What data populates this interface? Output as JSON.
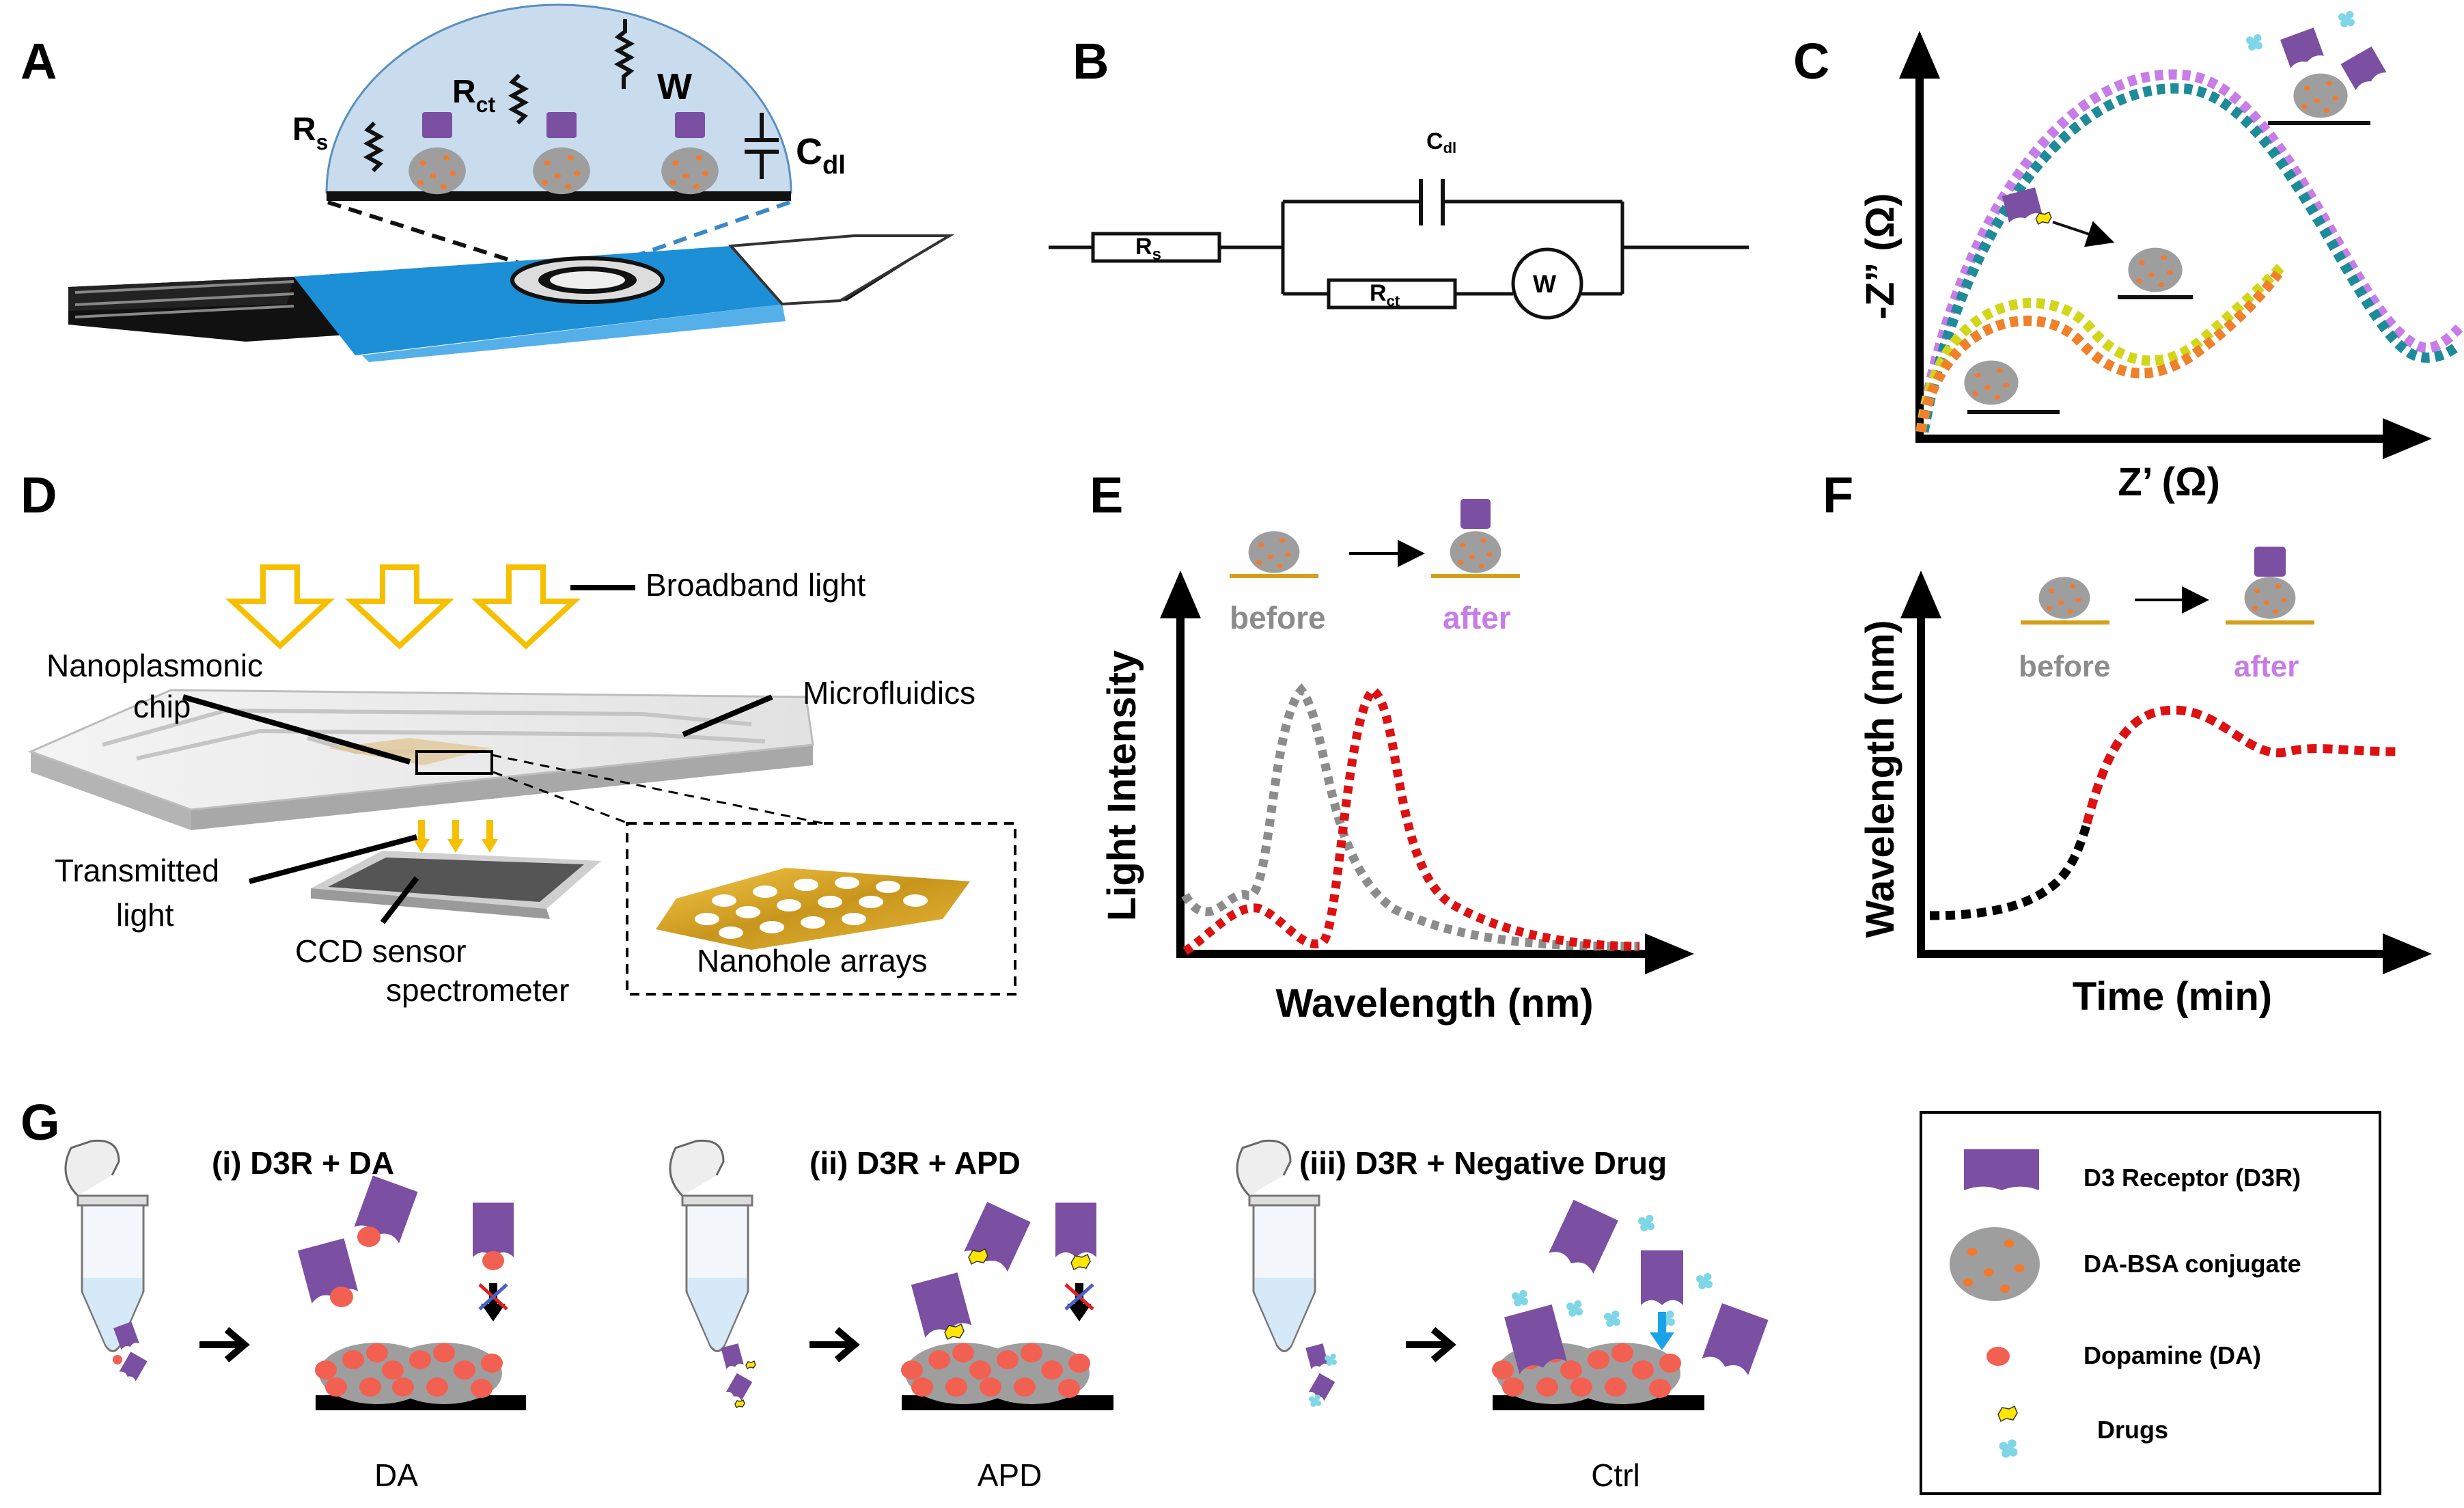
{
  "panels": {
    "a": {
      "letter": "A",
      "labels": {
        "rs": "R",
        "rs_sub": "s",
        "rct": "R",
        "rct_sub": "ct",
        "w": "W",
        "cdl": "C",
        "cdl_sub": "dl"
      }
    },
    "b": {
      "letter": "B",
      "labels": {
        "rs": "R",
        "rs_sub": "s",
        "cdl": "C",
        "cdl_sub": "dl",
        "rct": "R",
        "rct_sub": "ct",
        "w": "W"
      }
    },
    "c": {
      "letter": "C",
      "y_axis": "-Z” (Ω)",
      "x_axis": "Z’ (Ω)"
    },
    "d": {
      "letter": "D",
      "labels": {
        "broadband": "Broadband light",
        "nanoplasmonic_1": "Nanoplasmonic",
        "nanoplasmonic_2": "chip",
        "microfluidics": "Microfluidics",
        "transmitted_1": "Transmitted",
        "transmitted_2": "light",
        "ccd_1": "CCD sensor",
        "ccd_2": "spectrometer",
        "nanohole": "Nanohole arrays"
      }
    },
    "e": {
      "letter": "E",
      "before": "before",
      "after": "after",
      "y_axis": "Light Intensity",
      "x_axis": "Wavelength (nm)"
    },
    "f": {
      "letter": "F",
      "before": "before",
      "after": "after",
      "y_axis": "Wavelength (nm)",
      "x_axis": "Time (min)"
    },
    "g": {
      "letter": "G",
      "scenes": [
        {
          "title": "(i) D3R + DA",
          "caption": "DA"
        },
        {
          "title": "(ii) D3R + APD",
          "caption": "APD"
        },
        {
          "title": "(iii) D3R + Negative Drug",
          "caption": "Ctrl"
        }
      ],
      "legend": [
        {
          "icon": "d3-receptor-icon",
          "label": "D3 Receptor (D3R)"
        },
        {
          "icon": "da-bsa-conjugate-icon",
          "label": "DA-BSA conjugate"
        },
        {
          "icon": "dopamine-icon",
          "label": "Dopamine (DA)"
        },
        {
          "icon": "drugs-icon",
          "label": "Drugs"
        }
      ]
    }
  },
  "colors": {
    "receptor": "#7b4fa1",
    "conjugate": "#9e9e9e",
    "dopamine": "#f26052",
    "drug_yellow": "#ffe600",
    "drug_cyan": "#7fd6e6",
    "chip_blue": "#1c8fd6",
    "gold": "#d4a017",
    "before_gray": "#8c8c8c",
    "after_purple": "#c77ce8",
    "red_curve": "#dd1111"
  }
}
